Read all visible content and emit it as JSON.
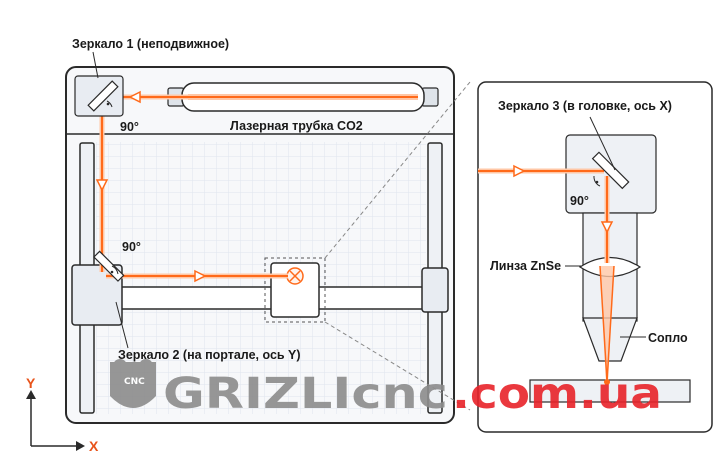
{
  "labels": {
    "mirror1": "Зеркало 1 (неподвижное)",
    "tube": "Лазерная трубка CO2",
    "angle1": "90°",
    "angle2": "90°",
    "angle3": "90°",
    "mirror2": "Зеркало 2 (на портале, ось Y)",
    "mirror3": "Зеркало 3 (в головке, ось X)",
    "lens": "Линза ZnSe",
    "nozzle": "Сопло",
    "axis_y": "Y",
    "axis_x": "X"
  },
  "watermark": {
    "badge": "CNC",
    "brand": "GRIZLIcnc",
    "domain": ".com.ua"
  },
  "colors": {
    "beam": "#ff6a1a",
    "beam_glow": "#ffc7a6",
    "watermark_gray": "#8c8c8c",
    "watermark_red": "#e8232a",
    "axis_orange": "#e8531a",
    "outline": "#2a2a2a",
    "panel_fill": "#eef1f5"
  }
}
